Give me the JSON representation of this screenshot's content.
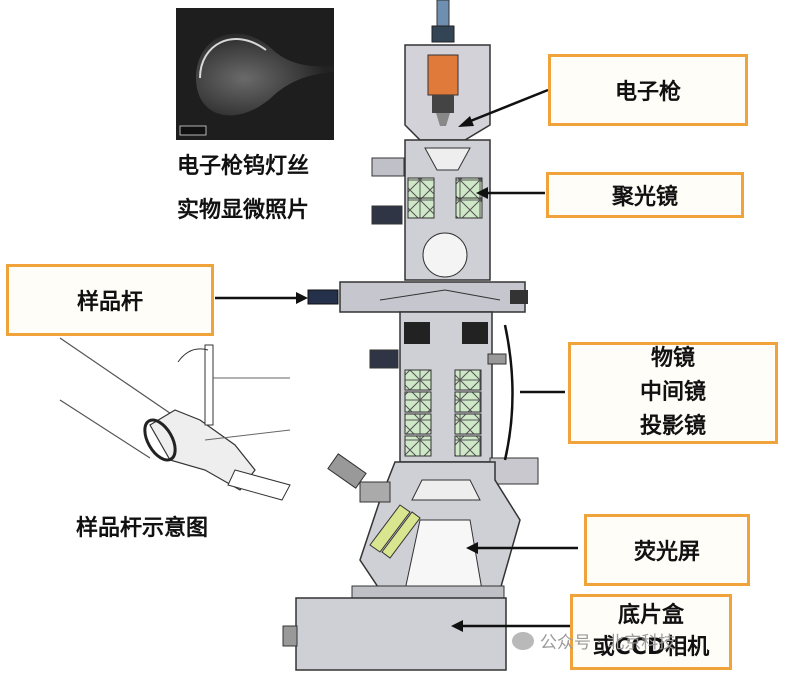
{
  "labels": {
    "electron_gun": "电子枪",
    "condenser_lens": "聚光镜",
    "specimen_rod": "样品杆",
    "lens_stack_1": "物镜",
    "lens_stack_2": "中间镜",
    "lens_stack_3": "投影镜",
    "fluorescent_screen": "荧光屏",
    "camera_1": "底片盒",
    "camera_2": "或CCD相机"
  },
  "captions": {
    "filament_1": "电子枪钨灯丝",
    "filament_2": "实物显微照片",
    "rod_schematic": "样品杆示意图"
  },
  "watermark": {
    "text": "公众号 · 北京科技"
  },
  "colors": {
    "accent_orange": "#f0a33a",
    "coil_green": "#cfe8c8",
    "body_gray": "#c9c9cf"
  }
}
